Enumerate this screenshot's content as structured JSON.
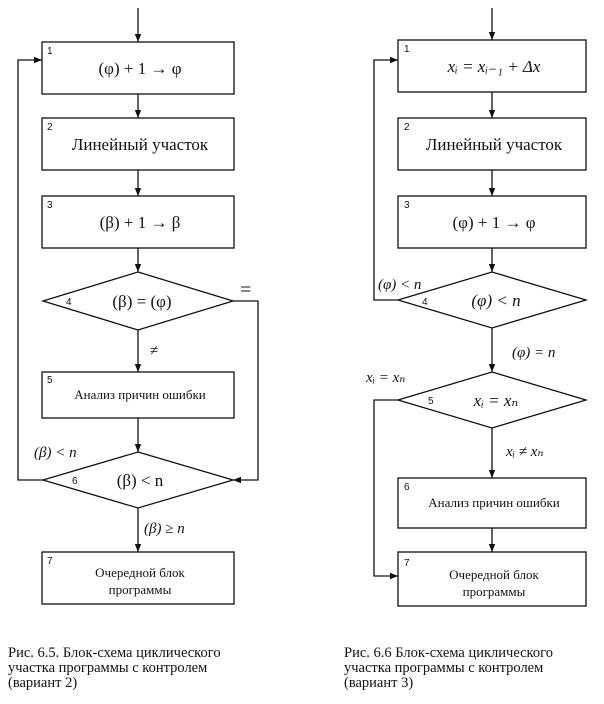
{
  "left": {
    "blocks": {
      "b1": {
        "num": "1",
        "text": "(φ) + 1 → φ"
      },
      "b2": {
        "num": "2",
        "text": "Линейный участок"
      },
      "b3": {
        "num": "3",
        "text": "(β) + 1 → β"
      },
      "b4": {
        "num": "4",
        "text": "(β) = (φ)"
      },
      "b5": {
        "num": "5",
        "text": "Анализ причин ошибки"
      },
      "b6": {
        "num": "6",
        "text": "(β) < n"
      },
      "b7": {
        "num": "7",
        "line1": "Очередной блок",
        "line2": "программы"
      }
    },
    "labels": {
      "eq": "=",
      "neq": "≠",
      "lt": "(β) < n",
      "ge": "(β) ≥ n"
    },
    "caption": [
      "Рис. 6.5. Блок-схема циклического",
      "участка программы с контролем",
      "(вариант 2)"
    ]
  },
  "right": {
    "blocks": {
      "b1": {
        "num": "1",
        "text": "xᵢ = xᵢ₋₁ + Δx"
      },
      "b2": {
        "num": "2",
        "text": "Линейный участок"
      },
      "b3": {
        "num": "3",
        "text": "(φ) + 1 → φ"
      },
      "b4": {
        "num": "4",
        "text": "(φ) < n"
      },
      "b5": {
        "num": "5",
        "text": "xᵢ = xₙ"
      },
      "b6": {
        "num": "6",
        "text": "Анализ причин ошибки"
      },
      "b7": {
        "num": "7",
        "line1": "Очередной блок",
        "line2": "программы"
      }
    },
    "labels": {
      "lt": "(φ) < n",
      "eqn": "(φ) = n",
      "xeq": "xᵢ = xₙ",
      "xneq": "xᵢ ≠ xₙ"
    },
    "caption": [
      "Рис. 6.6 Блок-схема циклического",
      "участка программы с контролем",
      "(вариант 3)"
    ]
  }
}
